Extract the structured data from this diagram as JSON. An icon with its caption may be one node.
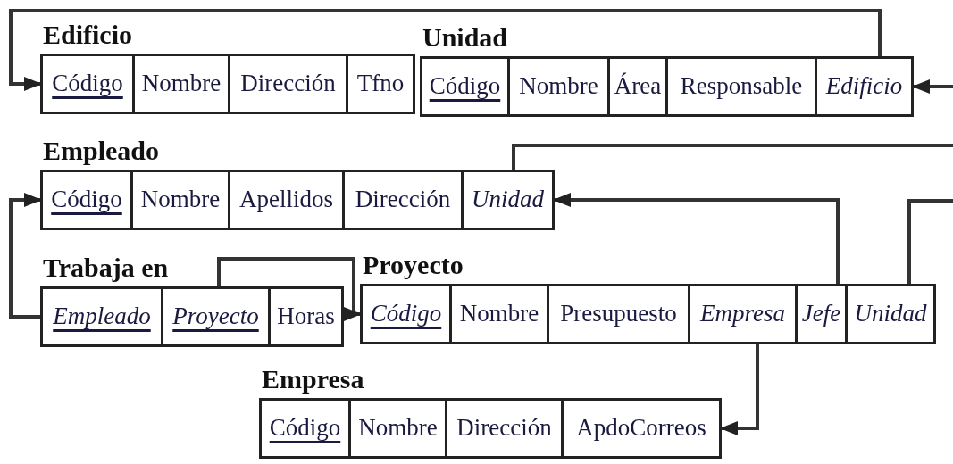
{
  "diagram": {
    "nodes": [
      {
        "text": [
          "Edificio"
        ]
      },
      {
        "text": [
          "Código"
        ],
        "in": 0
      },
      {
        "text": [
          "Nombre"
        ],
        "in": 0
      },
      {
        "text": [
          "Dirección"
        ],
        "in": 0
      },
      {
        "text": [
          "Tfno"
        ],
        "in": 0
      },
      {
        "text": [
          "Unidad"
        ]
      },
      {
        "text": [
          "Código"
        ],
        "in": 5
      },
      {
        "text": [
          "Nombre"
        ],
        "in": 5
      },
      {
        "text": [
          "Área"
        ],
        "in": 5
      },
      {
        "text": [
          "Responsable"
        ],
        "in": 5
      },
      {
        "text": [
          "Edificio"
        ],
        "in": 5
      },
      {
        "text": [
          "Empleado"
        ]
      },
      {
        "text": [
          "Código"
        ],
        "in": 11
      },
      {
        "text": [
          "Nombre"
        ],
        "in": 11
      },
      {
        "text": [
          "Apellidos"
        ],
        "in": 11
      },
      {
        "text": [
          "Dirección"
        ],
        "in": 11
      },
      {
        "text": [
          "Unidad"
        ],
        "in": 11
      },
      {
        "text": [
          "Trabaja en"
        ]
      },
      {
        "text": [
          "Empleado"
        ],
        "in": 17
      },
      {
        "text": [
          "Proyecto"
        ],
        "in": 17
      },
      {
        "text": [
          "Horas"
        ],
        "in": 17
      },
      {
        "text": [
          "Proyecto"
        ]
      },
      {
        "text": [
          "Código"
        ],
        "in": 21
      },
      {
        "text": [
          "Nombre"
        ],
        "in": 21
      },
      {
        "text": [
          "Presupuesto"
        ],
        "in": 21
      },
      {
        "text": [
          "Empresa"
        ],
        "in": 21
      },
      {
        "text": [
          "Jefe"
        ],
        "in": 21
      },
      {
        "text": [
          "Unidad"
        ],
        "in": 21
      },
      {
        "text": [
          "Empresa"
        ]
      },
      {
        "text": [
          "Código"
        ],
        "in": 28
      },
      {
        "text": [
          "Nombre"
        ],
        "in": 28
      },
      {
        "text": [
          "Dirección"
        ],
        "in": 28
      },
      {
        "text": [
          "ApdoCorreos"
        ],
        "in": 28
      }
    ],
    "edges": [
      {
        "from": 10,
        "to": 1,
        "arrow": "to"
      },
      {
        "from": null,
        "to": 10,
        "arrow": "to"
      },
      {
        "from": 16,
        "to": null,
        "arrow": "none"
      },
      {
        "from": 26,
        "to": 16,
        "arrow": "to"
      },
      {
        "from": 27,
        "to": null,
        "arrow": "none"
      },
      {
        "from": 18,
        "to": 12,
        "arrow": "to"
      },
      {
        "from": 19,
        "to": 22,
        "arrow": "to"
      },
      {
        "from": 25,
        "to": 32,
        "arrow": "to"
      }
    ]
  }
}
